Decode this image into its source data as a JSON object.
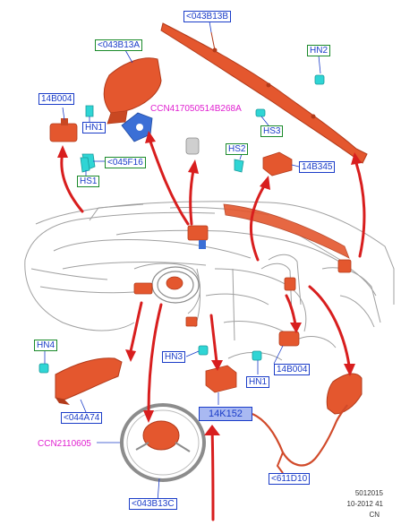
{
  "colors": {
    "part_fill": "#e4572e",
    "part_dark": "#b23a1a",
    "arrow": "#d81e1e",
    "car_line": "#9a9a9a",
    "bolt": "#2fd5d5",
    "bracket": "#3b6fd6",
    "label_blue": "#1a3cc8",
    "label_green": "#1a8a2a",
    "label_magenta": "#e020d0",
    "highlight": "#a9b9f2"
  },
  "labels": {
    "curtain_airbag_top": "<043B13B",
    "driver_airbag_module_top": "<043B13A",
    "hn2_top": "HN2",
    "sensor_left": "14B004",
    "hn1_left": "HN1",
    "ccn_clip": "CCN417050514B268A",
    "hs3": "HS3",
    "screw_045f16": "<045F16",
    "hs2": "HS2",
    "hs1": "HS1",
    "sensor_right_top": "14B345",
    "hn4": "HN4",
    "hn3": "HN3",
    "sensor_right_bottom": "14B004",
    "hn1_right": "HN1",
    "knee_airbag": "<044A74",
    "control_module": "14K152",
    "ccn_steering": "CCN2110605",
    "wiring_harness": "<611D10",
    "steering_airbag": "<043B13C"
  },
  "footer": {
    "code": "5012015",
    "date": "10-2012 41",
    "region": "CN"
  }
}
